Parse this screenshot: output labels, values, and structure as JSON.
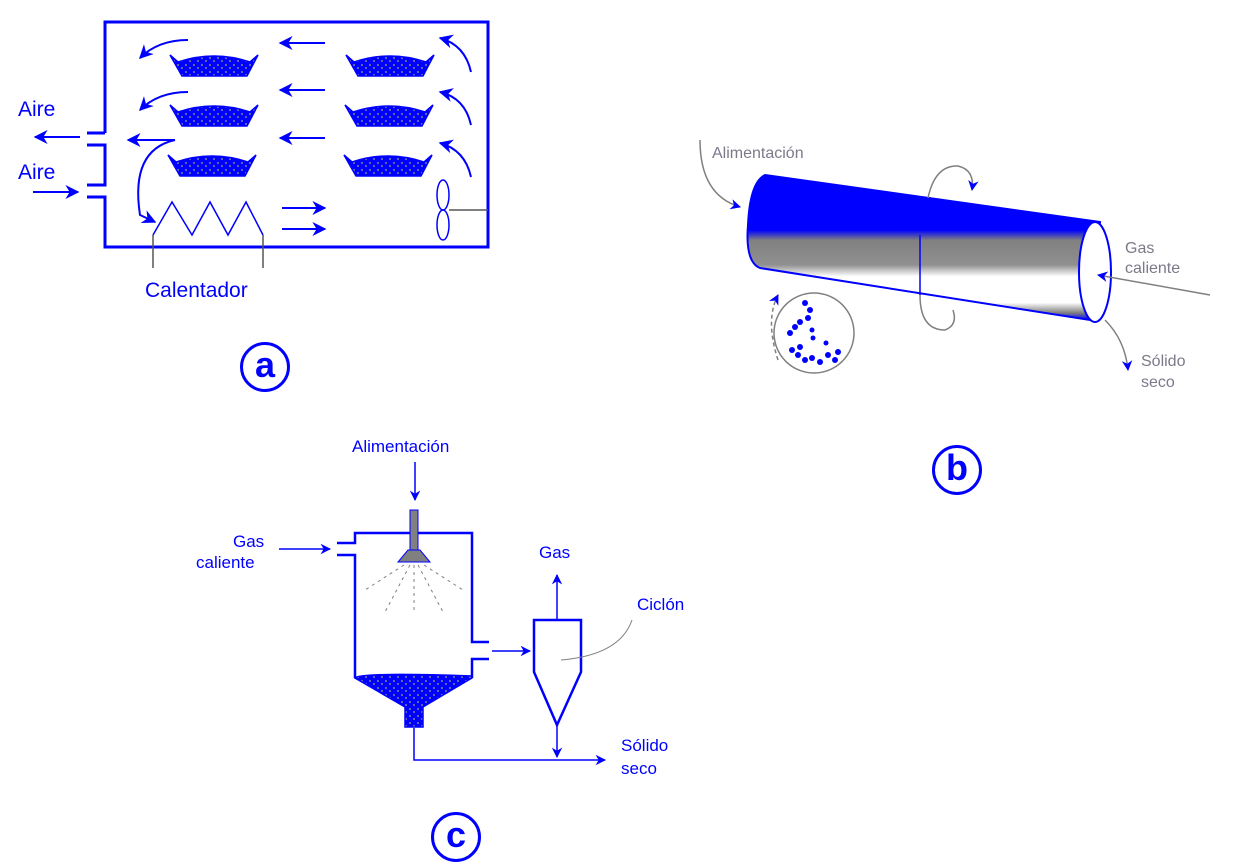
{
  "colors": {
    "primary": "#0000ff",
    "secondary": "#808080"
  },
  "panel_a": {
    "label": "a",
    "air_out": "Aire",
    "air_in": "Aire",
    "heater": "Calentador",
    "icons": [
      "tray-icon",
      "fan-icon",
      "heater-coil-icon"
    ]
  },
  "panel_b": {
    "label": "b",
    "feed": "Alimentación",
    "hot_gas": [
      "Gas",
      "caliente"
    ],
    "dry_solid": [
      "Sólido",
      "seco"
    ]
  },
  "panel_c": {
    "label": "c",
    "feed": "Alimentación",
    "hot_gas": [
      "Gas",
      "caliente"
    ],
    "gas": "Gas",
    "cyclone": "Ciclón",
    "dry_solid": [
      "Sólido",
      "seco"
    ]
  }
}
